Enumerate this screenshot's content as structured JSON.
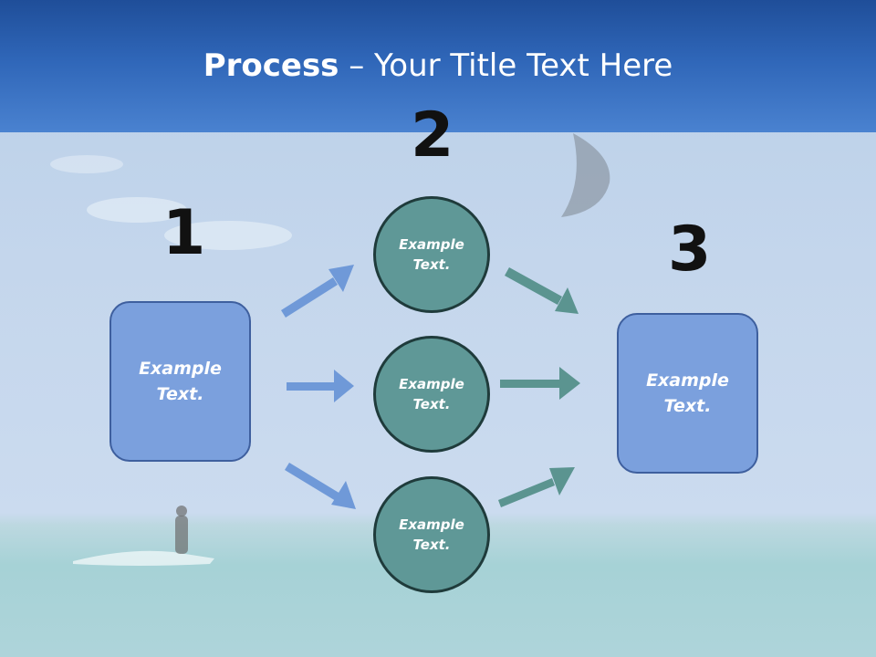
{
  "title": {
    "bold": "Process",
    "rest": " – Your Title Text Here"
  },
  "steps": [
    {
      "number": "1",
      "label": "Example\nText."
    },
    {
      "number": "2",
      "items": [
        {
          "label": "Example\nText."
        },
        {
          "label": "Example\nText."
        },
        {
          "label": "Example\nText."
        }
      ]
    },
    {
      "number": "3",
      "label": "Example\nText."
    }
  ],
  "colors": {
    "header": "#2f66b8",
    "box_fill": "#7ba0dd",
    "circle_fill": "#5f9897",
    "arrow_blue": "#6f99d8",
    "arrow_teal": "#5b9490"
  }
}
